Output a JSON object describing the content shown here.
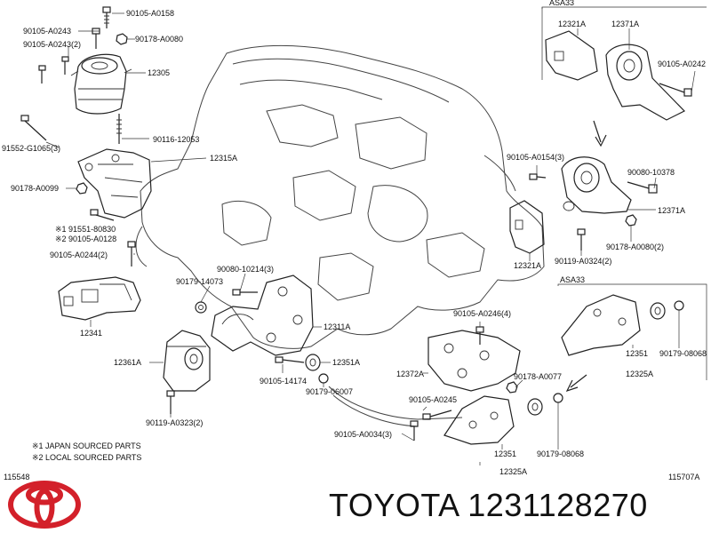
{
  "brand": {
    "name": "TOYOTA",
    "part_number": "1231128270",
    "logo_color": "#d3202a"
  },
  "diagram": {
    "figure_id_left": "115548",
    "figure_id_right": "115707A",
    "group_labels": [
      "ASA33",
      "ASA33"
    ],
    "notes": [
      "※1 JAPAN SOURCED PARTS",
      "※2 LOCAL SOURCED PARTS"
    ],
    "callouts": [
      {
        "id": "c01",
        "text": "90105-A0158"
      },
      {
        "id": "c02",
        "text": "90105-A0243"
      },
      {
        "id": "c03",
        "text": "90105-A0243(2)"
      },
      {
        "id": "c04",
        "text": "90178-A0080"
      },
      {
        "id": "c05",
        "text": "12305"
      },
      {
        "id": "c06",
        "text": "91552-G1065(3)"
      },
      {
        "id": "c07",
        "text": "90116-12053"
      },
      {
        "id": "c08",
        "text": "12315A"
      },
      {
        "id": "c09",
        "text": "90178-A0099"
      },
      {
        "id": "c10",
        "text": "※1  91551-80830"
      },
      {
        "id": "c11",
        "text": "※2  90105-A0128"
      },
      {
        "id": "c12",
        "text": "90105-A0244(2)"
      },
      {
        "id": "c13",
        "text": "12341"
      },
      {
        "id": "c14",
        "text": "12361A"
      },
      {
        "id": "c15",
        "text": "90119-A0323(2)"
      },
      {
        "id": "c16",
        "text": "90179-14073"
      },
      {
        "id": "c17",
        "text": "90080-10214(3)"
      },
      {
        "id": "c18",
        "text": "12311A"
      },
      {
        "id": "c19",
        "text": "12351A"
      },
      {
        "id": "c20",
        "text": "90105-14174"
      },
      {
        "id": "c21",
        "text": "90179-06007"
      },
      {
        "id": "c22",
        "text": "12321A"
      },
      {
        "id": "c23",
        "text": "12371A"
      },
      {
        "id": "c24",
        "text": "90105-A0242"
      },
      {
        "id": "c25",
        "text": "90105-A0154(3)"
      },
      {
        "id": "c26",
        "text": "90080-10378"
      },
      {
        "id": "c27",
        "text": "12371A"
      },
      {
        "id": "c28",
        "text": "12321A"
      },
      {
        "id": "c29",
        "text": "90119-A0324(2)"
      },
      {
        "id": "c30",
        "text": "90178-A0080(2)"
      },
      {
        "id": "c31",
        "text": "90105-A0246(4)"
      },
      {
        "id": "c32",
        "text": "12372A"
      },
      {
        "id": "c33",
        "text": "90178-A0077"
      },
      {
        "id": "c34",
        "text": "90105-A0245"
      },
      {
        "id": "c35",
        "text": "90105-A0034(3)"
      },
      {
        "id": "c36",
        "text": "12351"
      },
      {
        "id": "c37",
        "text": "90179-08068"
      },
      {
        "id": "c38",
        "text": "12325A"
      },
      {
        "id": "c39",
        "text": "12351"
      },
      {
        "id": "c40",
        "text": "90179-08068"
      },
      {
        "id": "c41",
        "text": "12325A"
      }
    ]
  }
}
